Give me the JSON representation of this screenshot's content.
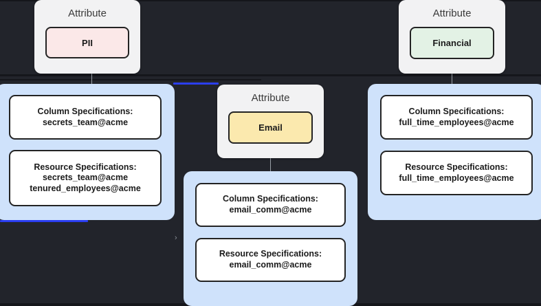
{
  "theme": {
    "canvas_bg": "#22242b",
    "band_bg": "#15161b",
    "attribute_card_bg": "#f2f2f3",
    "group_bg": "#cfe2fb",
    "card_bg": "#ffffff",
    "border": "#232323",
    "accent": "#2b3ef0",
    "pii_badge_bg": "#fbe8e8",
    "financial_badge_bg": "#e3f2e5",
    "email_badge_bg": "#fbe9ae"
  },
  "attributes": [
    {
      "id": "pii",
      "card_label": "Attribute",
      "badge_label": "PII",
      "badge_color": "#fbe8e8"
    },
    {
      "id": "email",
      "card_label": "Attribute",
      "badge_label": "Email",
      "badge_color": "#fbe9ae"
    },
    {
      "id": "financial",
      "card_label": "Attribute",
      "badge_label": "Financial",
      "badge_color": "#e3f2e5"
    }
  ],
  "groups": [
    {
      "id": "pii-specs",
      "cards": [
        {
          "title": "Column Specifications:",
          "values": [
            "secrets_team@acme"
          ]
        },
        {
          "title": "Resource Specifications:",
          "values": [
            "secrets_team@acme",
            "tenured_employees@acme"
          ]
        }
      ]
    },
    {
      "id": "email-specs",
      "cards": [
        {
          "title": "Column Specifications:",
          "values": [
            "email_comm@acme"
          ]
        },
        {
          "title": "Resource Specifications:",
          "values": [
            "email_comm@acme"
          ]
        }
      ]
    },
    {
      "id": "financial-specs",
      "cards": [
        {
          "title": "Column Specifications:",
          "values": [
            "full_time_employees@acme"
          ]
        },
        {
          "title": "Resource Specifications:",
          "values": [
            "full_time_employees@acme"
          ]
        }
      ]
    }
  ],
  "misc": {
    "chevron_glyph": "›"
  }
}
